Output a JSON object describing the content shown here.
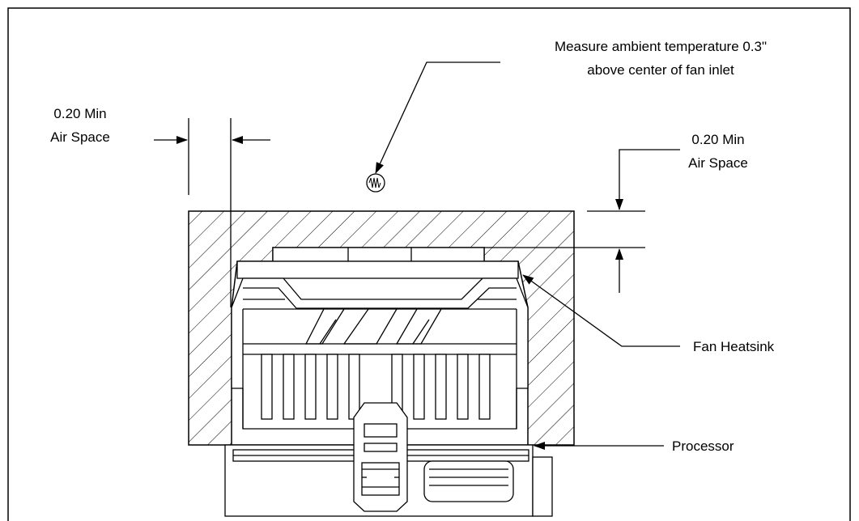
{
  "labels": {
    "ambient_line1": "Measure ambient temperature 0.3\"",
    "ambient_line2": "above center of fan inlet",
    "left_space_line1": "0.20 Min",
    "left_space_line2": "Air Space",
    "right_space_line1": "0.20 Min",
    "right_space_line2": "Air Space",
    "fan_heatsink": "Fan Heatsink",
    "processor": "Processor"
  },
  "colors": {
    "line": "#000000",
    "background": "#ffffff"
  }
}
